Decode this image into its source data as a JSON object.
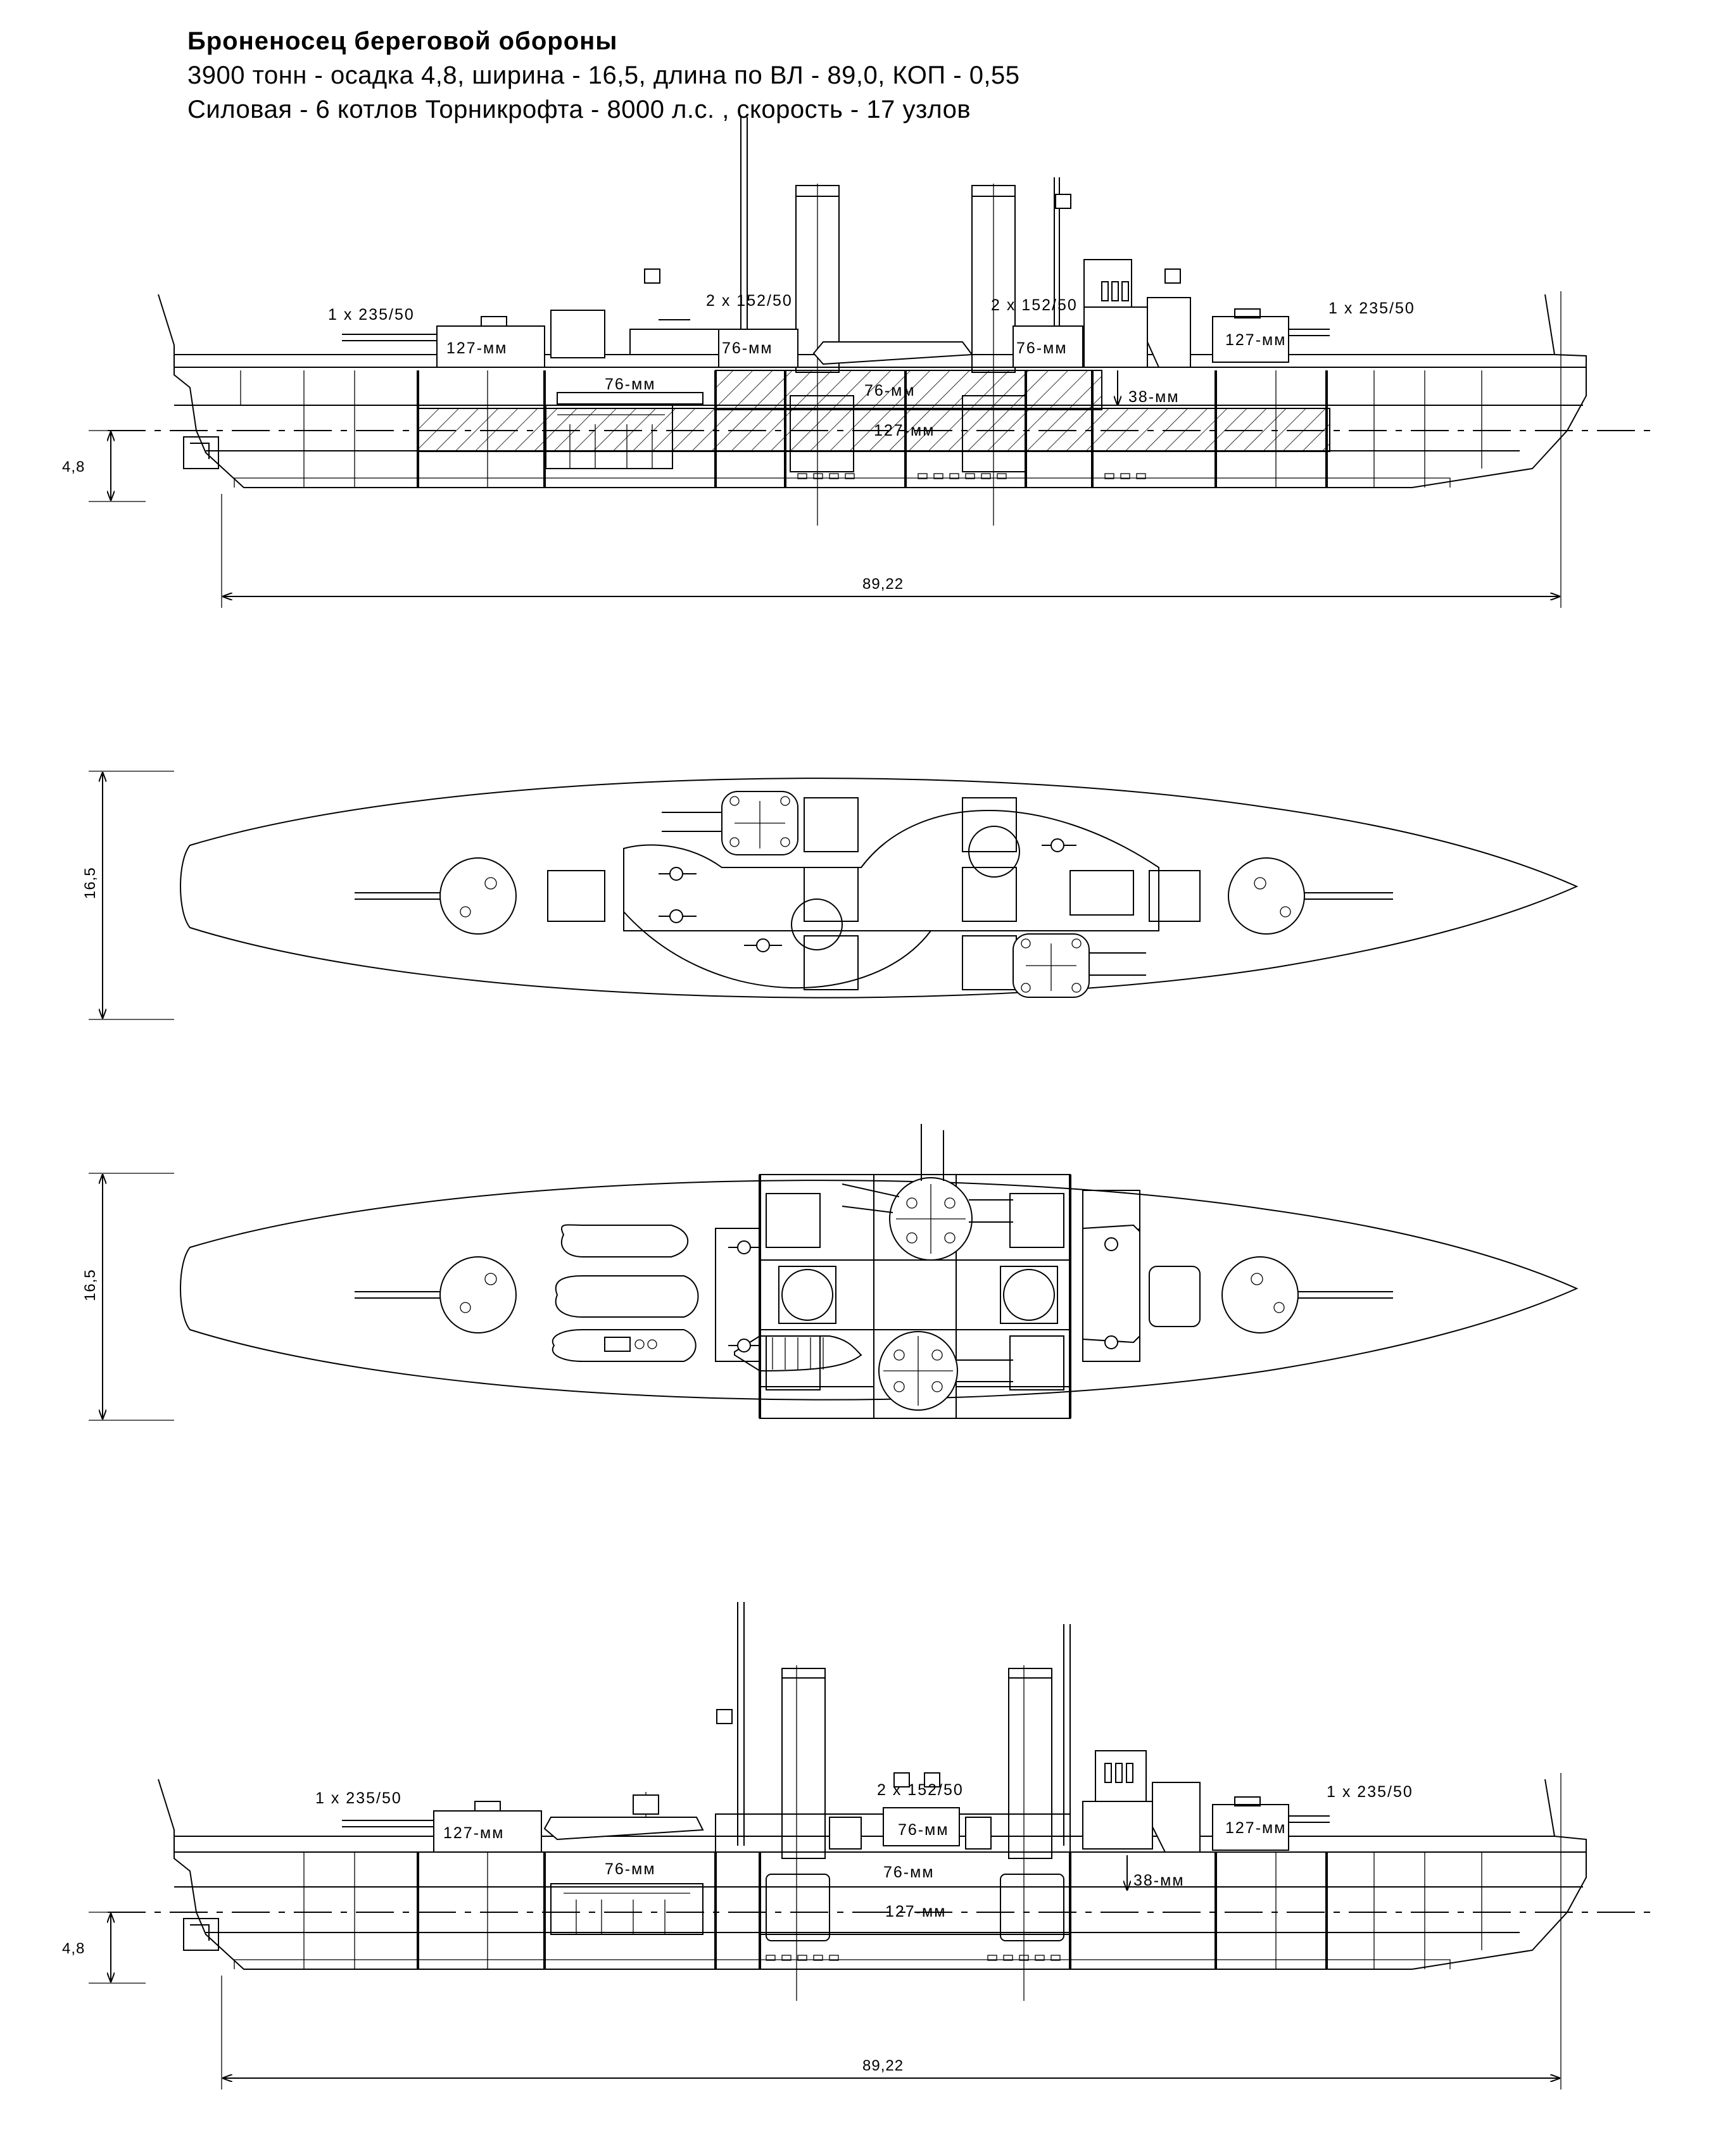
{
  "title": "Броненосец береговой обороны",
  "specs_line1": "3900 тонн - осадка 4,8, ширина - 16,5, длина по ВЛ - 89,0, КОП - 0,55",
  "specs_line2": "Силовая - 6 котлов Торникрофта - 8000 л.с. , скорость - 17 узлов",
  "side_view_top": {
    "gun_fore": "1 x 235/50",
    "gun_aft": "1 x 235/50",
    "secondary_fore": "2 x 152/50",
    "secondary_aft": "2 x 152/50",
    "turret_fore_armor": "127-мм",
    "turret_aft_armor": "127-мм",
    "casemate_fore_armor": "76-мм",
    "casemate_aft_armor": "76-мм",
    "deck_armor_76": "76-мм",
    "battery_armor_76": "76-мм",
    "belt_armor": "127-мм",
    "deck_armor_38": "38-мм",
    "draft_dim": "4,8",
    "length_dim": "89,22"
  },
  "plan_view_upper": {
    "beam_dim": "16,5"
  },
  "plan_view_lower": {
    "beam_dim": "16,5"
  },
  "side_view_bottom": {
    "gun_fore": "1 x 235/50",
    "gun_aft": "1 x 235/50",
    "secondary": "2 x 152/50",
    "turret_fore_armor": "127-мм",
    "turret_aft_armor": "127-мм",
    "casemate_armor": "76-мм",
    "deck_armor_76": "76-мм",
    "battery_armor_76": "76-мм",
    "belt_armor": "127-мм",
    "deck_armor_38": "38-мм",
    "draft_dim": "4,8",
    "length_dim": "89,22"
  }
}
